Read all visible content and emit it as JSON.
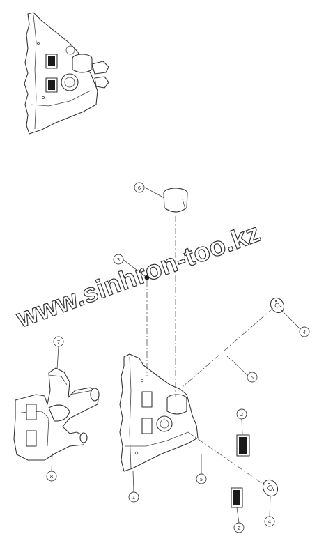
{
  "watermark": "www.sinhron-too.kz",
  "corner_mark": "",
  "callouts": [
    {
      "id": "callout-6",
      "label": "6"
    },
    {
      "id": "callout-3",
      "label": "3"
    },
    {
      "id": "callout-4a",
      "label": "4"
    },
    {
      "id": "callout-5a",
      "label": "5"
    },
    {
      "id": "callout-7",
      "label": "7"
    },
    {
      "id": "callout-2a",
      "label": "2"
    },
    {
      "id": "callout-8",
      "label": "8"
    },
    {
      "id": "callout-1",
      "label": "1"
    },
    {
      "id": "callout-5b",
      "label": "5"
    },
    {
      "id": "callout-4b",
      "label": "4"
    },
    {
      "id": "callout-2b",
      "label": "2"
    }
  ]
}
